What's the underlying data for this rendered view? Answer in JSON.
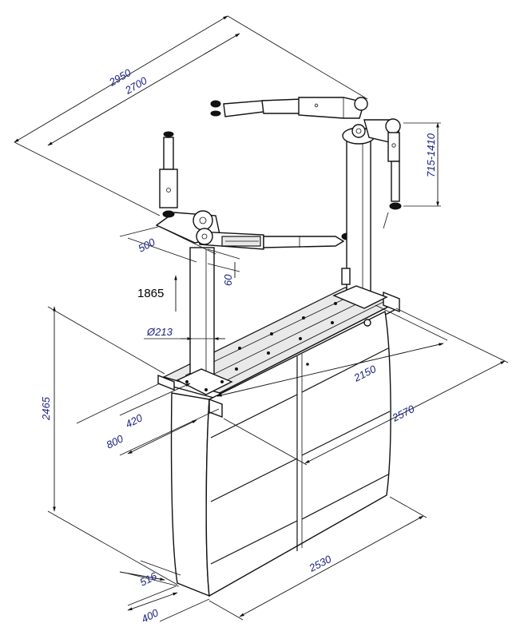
{
  "dimensions": {
    "d2950": "2950",
    "d2700": "2700",
    "d715_1410": "715-1410",
    "d500": "500",
    "d60": "60",
    "d1865": "1865",
    "d213": "Ø213",
    "d2465": "2465",
    "d420": "420",
    "d800": "800",
    "d2150": "2150",
    "d2570": "2570",
    "d516": "516",
    "d400": "400",
    "d2530": "2530"
  },
  "colors": {
    "dimension_text": "#1a237e",
    "outline": "#111111"
  }
}
